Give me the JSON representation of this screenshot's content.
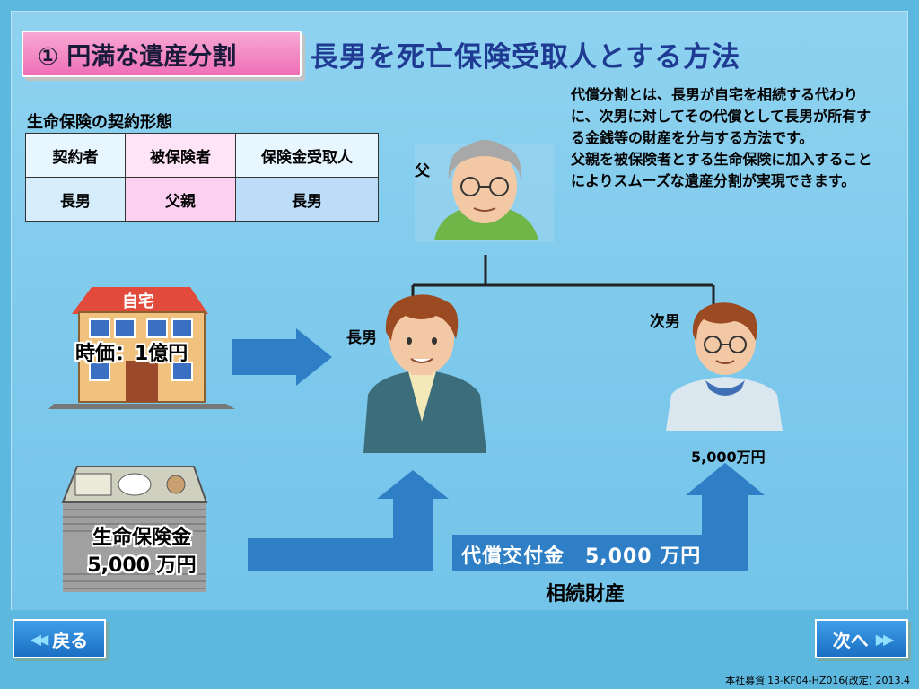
{
  "header": {
    "section_tag": "① 円満な遺産分割",
    "title": "長男を死亡保険受取人とする方法"
  },
  "description": {
    "paragraph1": "代償分割とは、長男が自宅を相続する代わりに、次男に対してその代償として長男が所有する金銭等の財産を分与する方法です。",
    "paragraph2": "父親を被保険者とする生命保険に加入することによりスムーズな遺産分割が実現できます。"
  },
  "contract_table": {
    "title": "生命保険の契約形態",
    "headers": [
      "契約者",
      "被保険者",
      "保険金受取人"
    ],
    "values": [
      "長男",
      "父親",
      "長男"
    ]
  },
  "diagram": {
    "father_label": "父",
    "eldest_son_label": "長男",
    "second_son_label": "次男",
    "house_sign": "自宅",
    "house_value": "時価：1億円",
    "insurance_line1": "生命保険金",
    "insurance_line2": "5,000 万円",
    "compensation_label": "代償交付金　5,000 万円",
    "inheritance_label": "相続財産",
    "second_son_amount": "5,000万円"
  },
  "nav": {
    "back_label": "戻る",
    "next_label": "次へ"
  },
  "footnote": "本社募資'13-KF04-HZ016(改定) 2013.4",
  "colors": {
    "background": "#7fcaec",
    "title_blue": "#1f3a93",
    "tag_pink": "#ef6fb6",
    "arrow_blue": "#2f7fc7"
  }
}
